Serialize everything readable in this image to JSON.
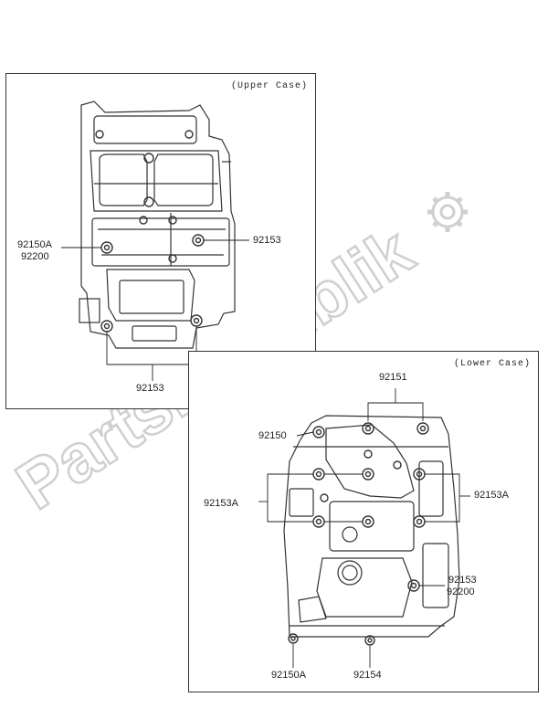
{
  "diagram": {
    "upper_case_label": "(Upper Case)",
    "lower_case_label": "(Lower Case)",
    "watermark_text": "PartsRepublik",
    "upper_parts": {
      "p92150A": "92150A",
      "p92200": "92200",
      "p92153_right": "92153",
      "p92153_bottom": "92153"
    },
    "lower_parts": {
      "p92151": "92151",
      "p92150": "92150",
      "p92153A_left": "92153A",
      "p92153A_right": "92153A",
      "p92153": "92153",
      "p92200": "92200",
      "p92150A": "92150A",
      "p92154": "92154"
    }
  }
}
